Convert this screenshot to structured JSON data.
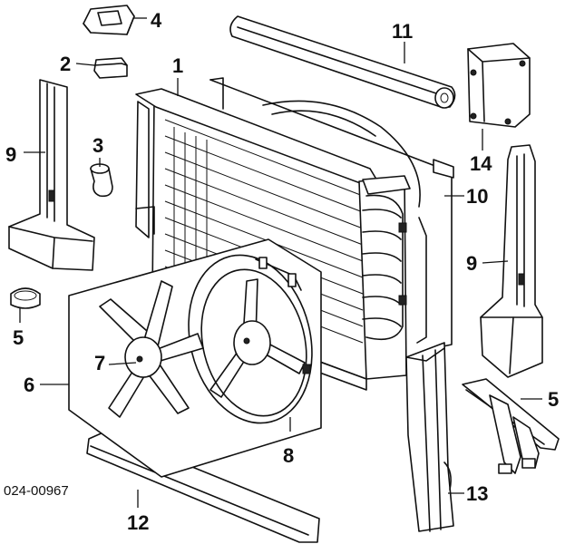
{
  "diagram": {
    "code": "024-00967",
    "callouts": [
      {
        "id": "c1",
        "text": "1"
      },
      {
        "id": "c2",
        "text": "2"
      },
      {
        "id": "c3",
        "text": "3"
      },
      {
        "id": "c4",
        "text": "4"
      },
      {
        "id": "c5a",
        "text": "5"
      },
      {
        "id": "c5b",
        "text": "5"
      },
      {
        "id": "c6",
        "text": "6"
      },
      {
        "id": "c7",
        "text": "7"
      },
      {
        "id": "c8",
        "text": "8"
      },
      {
        "id": "c9a",
        "text": "9"
      },
      {
        "id": "c9b",
        "text": "9"
      },
      {
        "id": "c10",
        "text": "10"
      },
      {
        "id": "c11",
        "text": "11"
      },
      {
        "id": "c12",
        "text": "12"
      },
      {
        "id": "c13",
        "text": "13"
      },
      {
        "id": "c14",
        "text": "14"
      }
    ]
  }
}
